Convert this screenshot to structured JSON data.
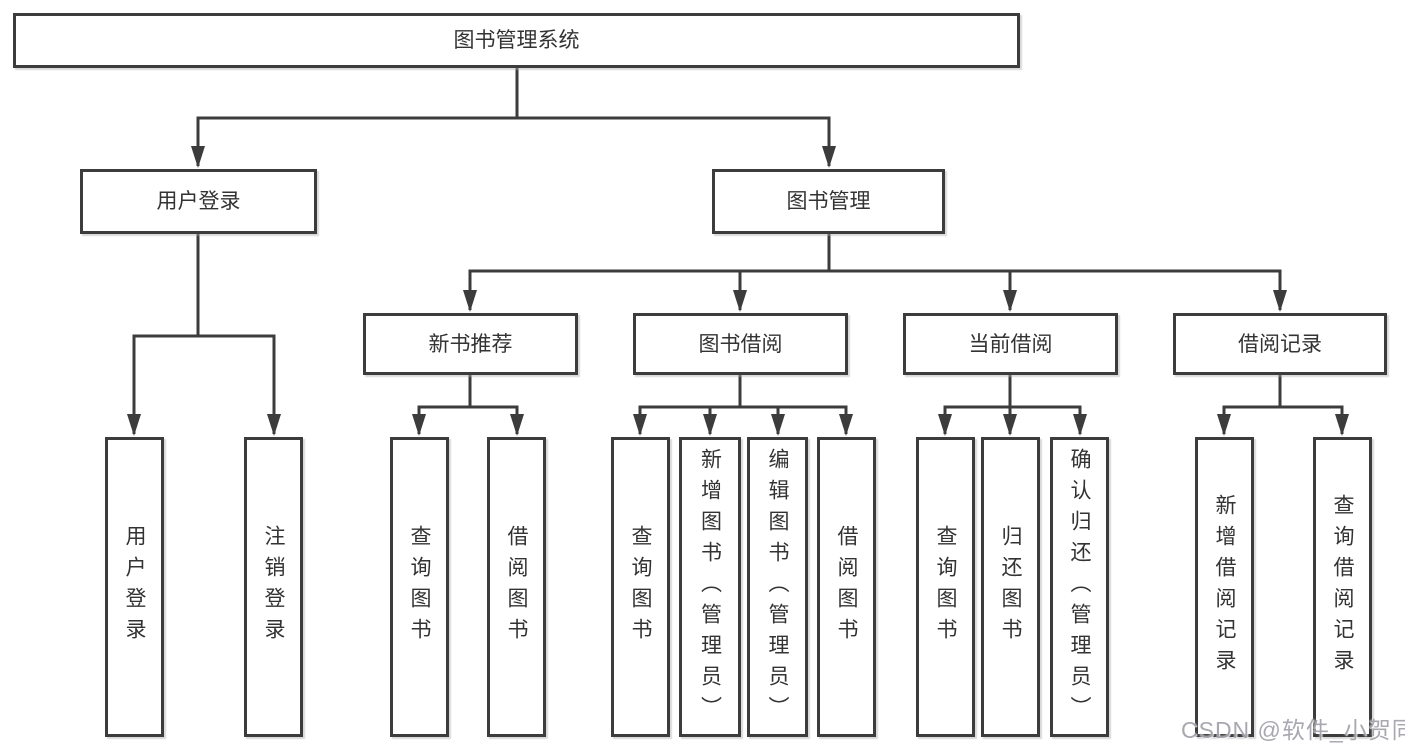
{
  "root": {
    "label": "图书管理系统"
  },
  "branches": [
    {
      "label": "用户登录"
    },
    {
      "label": "图书管理"
    }
  ],
  "modules": [
    {
      "label": "新书推荐"
    },
    {
      "label": "图书借阅"
    },
    {
      "label": "当前借阅"
    },
    {
      "label": "借阅记录"
    }
  ],
  "functions": [
    {
      "label": "用户登录"
    },
    {
      "label": "注销登录"
    },
    {
      "label": "查询图书"
    },
    {
      "label": "借阅图书"
    },
    {
      "label": "查询图书"
    },
    {
      "label": "新增图书（管理员）"
    },
    {
      "label": "编辑图书（管理员）"
    },
    {
      "label": "借阅图书"
    },
    {
      "label": "查询图书"
    },
    {
      "label": "归还图书"
    },
    {
      "label": "确认归还（管理员）"
    },
    {
      "label": "新增借阅记录"
    },
    {
      "label": "查询借阅记录"
    }
  ],
  "watermark": {
    "text": "CSDN @软件_小贺同学"
  },
  "colors": {
    "line": "#3c3c3c",
    "text": "#333333",
    "box_background": "#ffffff",
    "watermark_text": "#a4a4ac"
  }
}
